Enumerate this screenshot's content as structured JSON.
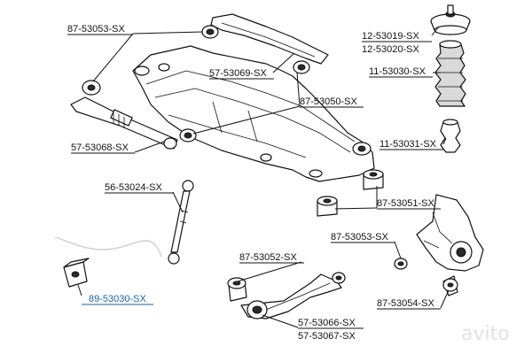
{
  "labels": {
    "l1": "87-53053-SX",
    "l2": "57-53069-SX",
    "l3": "12-53019-SX",
    "l4": "12-53020-SX",
    "l5": "11-53030-SX",
    "l6": "87-53050-SX",
    "l7": "57-53068-SX",
    "l8": "11-53031-SX",
    "l9": "56-53024-SX",
    "l10": "87-53051-SX",
    "l11": "87-53053-SX",
    "l12": "87-53052-SX",
    "l13": "89-53030-SX",
    "l14": "87-53054-SX",
    "l15": "57-53066-SX",
    "l16": "57-53067-SX"
  },
  "watermark": "avito",
  "colors": {
    "line": "#111111",
    "highlight_label": "#1e5fa8",
    "watermark": "#cccccc"
  }
}
